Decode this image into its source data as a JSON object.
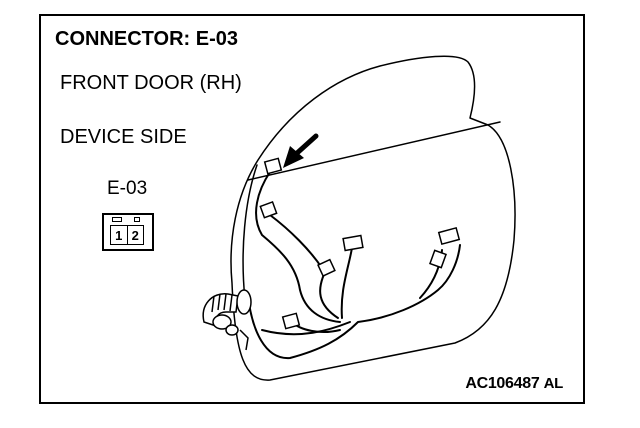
{
  "connector_title": "CONNECTOR: E-03",
  "door_label": "FRONT DOOR (RH)",
  "side_label": "DEVICE SIDE",
  "connector_code": "E-03",
  "pins": [
    "1",
    "2"
  ],
  "figure_id": "AC106487",
  "figure_suffix": "AL"
}
